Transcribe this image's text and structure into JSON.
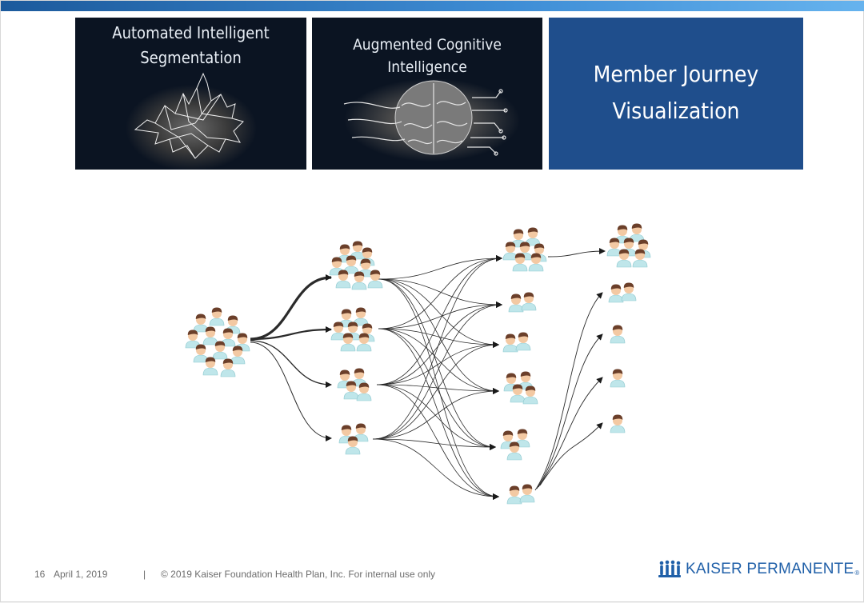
{
  "panels": [
    {
      "title_line1": "Automated Intelligent",
      "title_line2": "Segmentation",
      "image": "network-cluster-image"
    },
    {
      "title": "Augmented Cognitive Intelligence",
      "image": "digital-brain-image"
    },
    {
      "title_line1": "Member Journey",
      "title_line2": "Visualization"
    }
  ],
  "arrows": [
    "right-arrow-icon",
    "right-arrow-icon"
  ],
  "diagram": {
    "node_icon": "people-group-icon",
    "columns": 4,
    "accent_color": "#1f4e8c",
    "edge_color": "#2b2b2b"
  },
  "footer": {
    "page_number": "16",
    "date": "April 1, 2019",
    "separator": "|",
    "copyright": "© 2019 Kaiser Foundation Health Plan, Inc. For internal use only"
  },
  "logo": {
    "text": "KAISER PERMANENTE",
    "mark": "®",
    "icon": "kaiser-people-logo-icon"
  },
  "colors": {
    "top_bar": "#2f7dc8",
    "panel_dark": "#0b1422",
    "panel_blue": "#1f4e8c",
    "logo_blue": "#1f5fa8"
  }
}
